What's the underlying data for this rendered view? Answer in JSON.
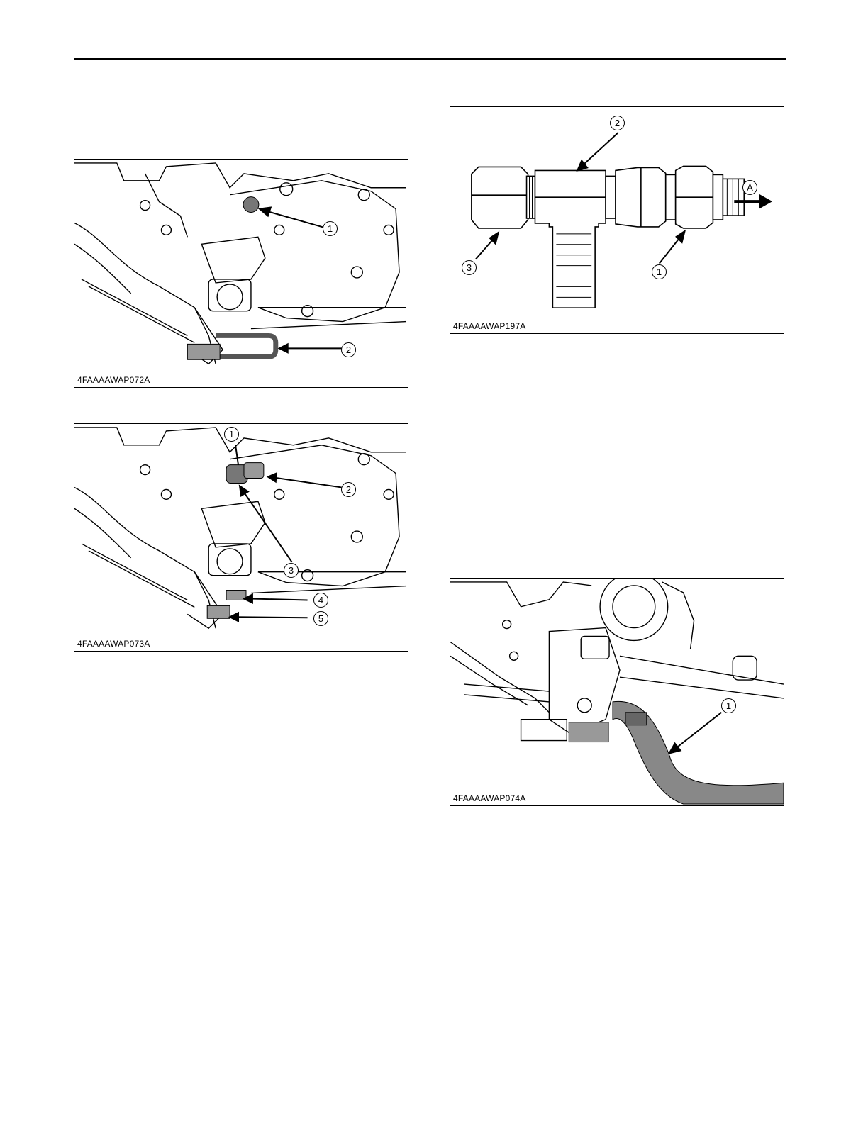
{
  "figures": {
    "fig1": {
      "code": "4FAAAAWAP072A",
      "callouts": [
        "1",
        "2"
      ]
    },
    "fig2": {
      "code": "4FAAAAWAP073A",
      "callouts": [
        "1",
        "2",
        "3",
        "4",
        "5"
      ]
    },
    "fig3": {
      "code": "4FAAAAWAP197A",
      "callouts": [
        "2",
        "3",
        "1",
        "A"
      ]
    },
    "fig4": {
      "code": "4FAAAAWAP074A",
      "callouts": [
        "1"
      ]
    }
  }
}
